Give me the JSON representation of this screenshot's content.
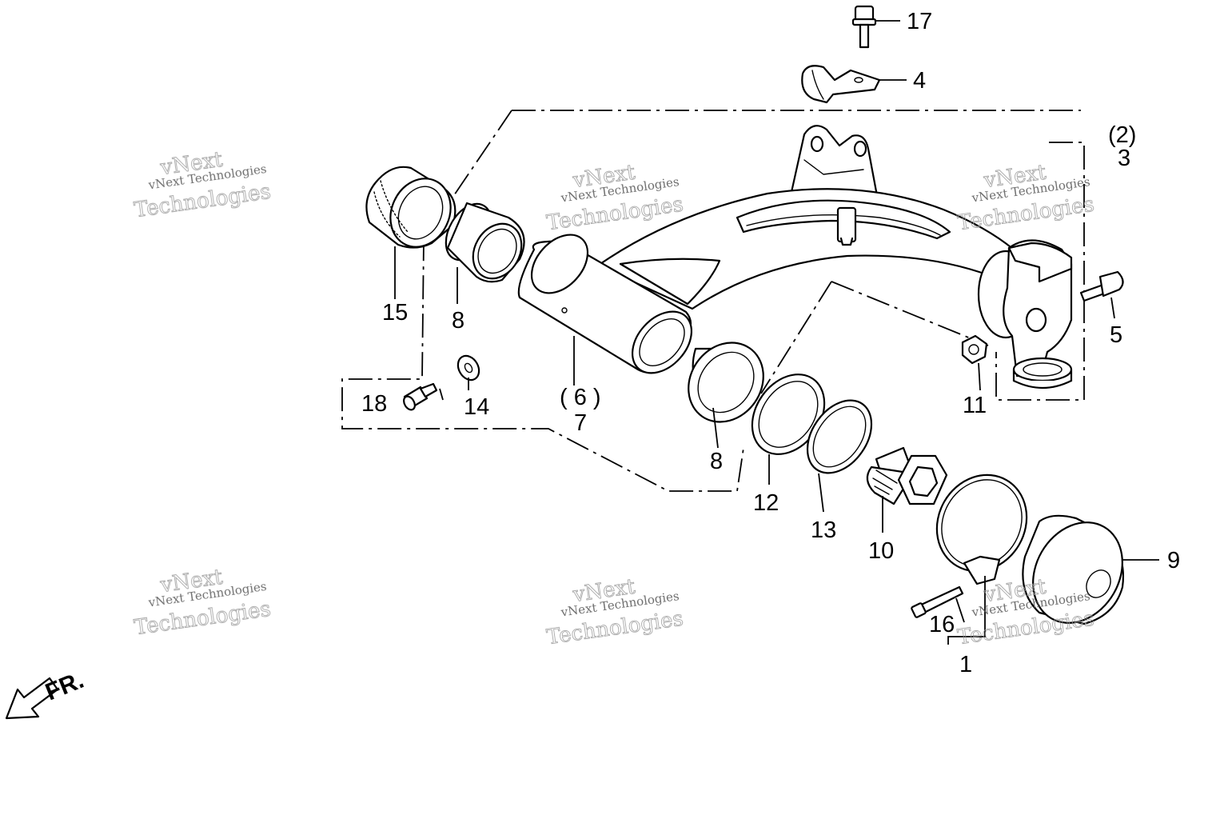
{
  "labels": {
    "l1": "1",
    "l2": "(2)",
    "l3": "3",
    "l4": "4",
    "l5": "5",
    "l6": "( 6 )",
    "l7": "7",
    "l8a": "8",
    "l8b": "8",
    "l9": "9",
    "l10": "10",
    "l11": "11",
    "l12": "12",
    "l13": "13",
    "l14": "14",
    "l15": "15",
    "l16": "16",
    "l17": "17",
    "l18": "18"
  },
  "front_arrow": "FR.",
  "watermark": {
    "line1": "vNext Technologies",
    "line2": "vNext",
    "line3": "Technologies"
  }
}
